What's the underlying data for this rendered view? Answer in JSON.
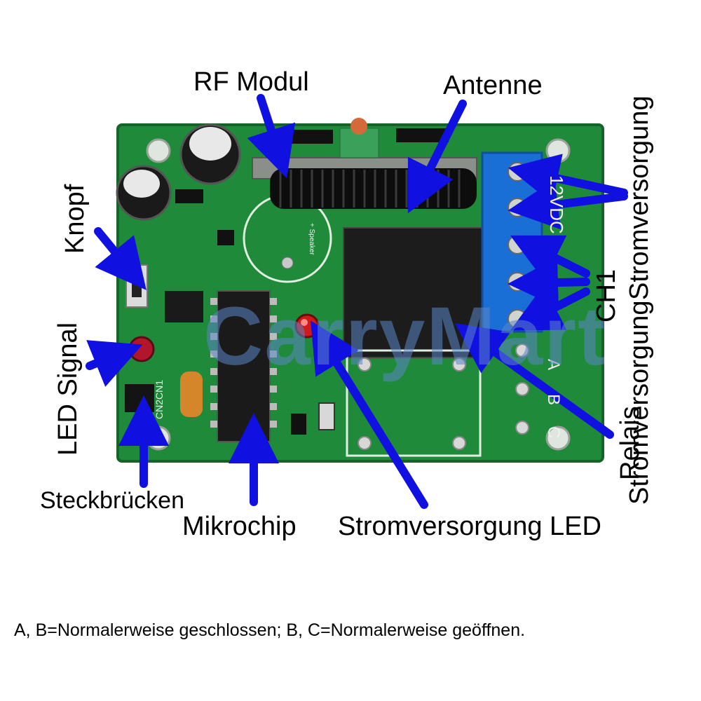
{
  "labels": {
    "rf_modul": "RF Modul",
    "antenne": "Antenne",
    "knopf": "Knopf",
    "led_signal": "LED Signal",
    "steckbruecken": "Steckbrücken",
    "mikrochip": "Mikrochip",
    "stromversorgung_led": "Stromversorgung LED",
    "relais": "Relais",
    "ch1": "CH1",
    "stromversorgung_top": "Stromversorgung",
    "stromversorgung_right": "Stromversorgung"
  },
  "board_text": {
    "voltage": "12VDC",
    "terminal_a": "A",
    "terminal_b": "B",
    "terminal_c": "C",
    "jumper": "CN2CN1",
    "speaker": "+ Speaker"
  },
  "watermark": "CarryMart",
  "caption": "A, B=Normalerweise geschlossen; B, C=Normalerweise geöffnen.",
  "colors": {
    "pcb": "#1f8a3a",
    "pcb_dark": "#14642a",
    "arrow": "#1010e0",
    "terminal": "#1a6fd6",
    "relay": "#1c1c1c",
    "watermark": "#5b86c8"
  }
}
